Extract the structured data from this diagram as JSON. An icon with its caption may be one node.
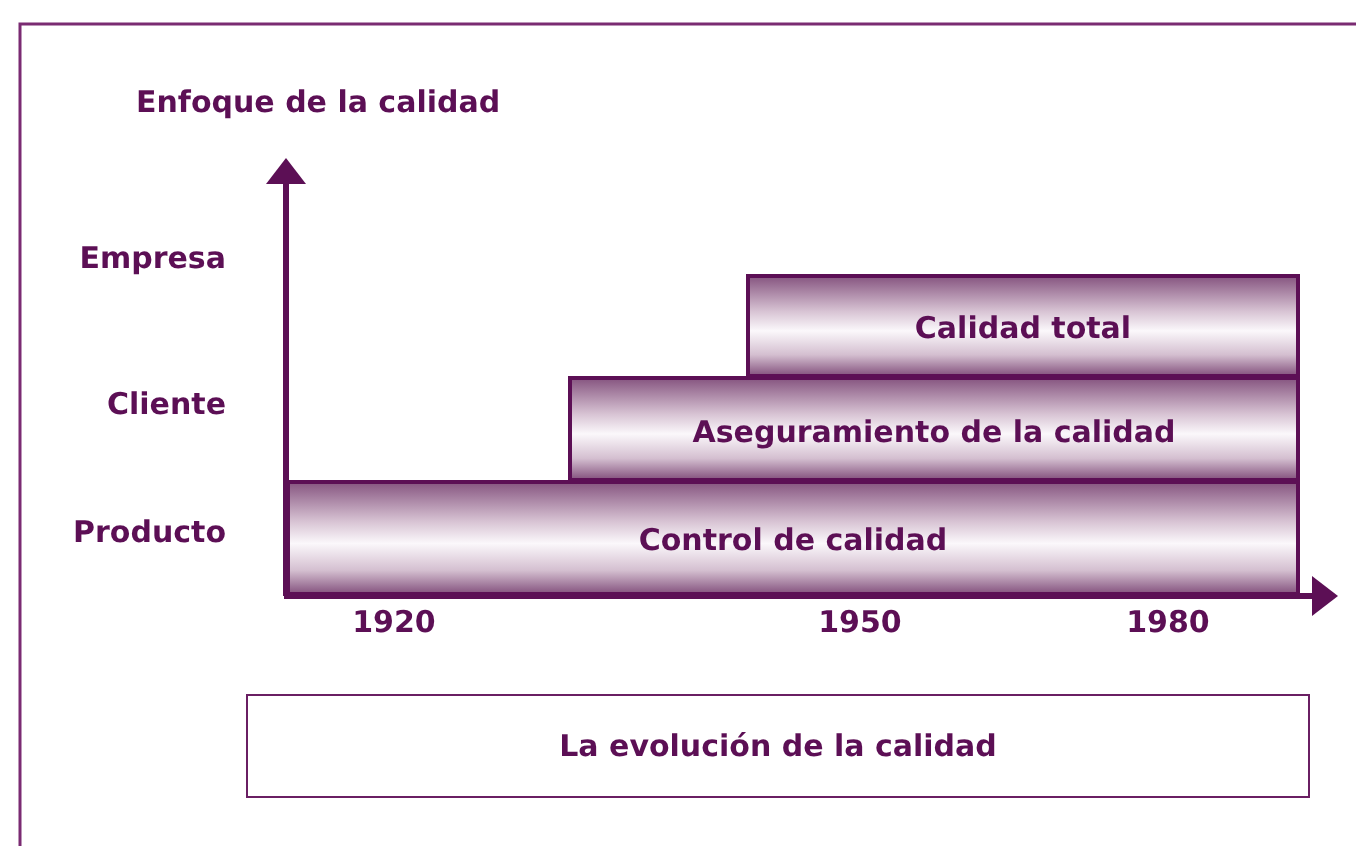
{
  "diagram": {
    "nodes": [
      {
        "text": [
          "Calidad total"
        ]
      },
      {
        "text": [
          "Aseguramiento de la calidad"
        ]
      },
      {
        "text": [
          "Control de calidad"
        ]
      },
      {
        "text": [
          "La evolución de la calidad"
        ]
      }
    ],
    "labels": [
      "Enfoque de la calidad",
      "Empresa",
      "Cliente",
      "Producto",
      "1920",
      "1950",
      "1980"
    ]
  }
}
